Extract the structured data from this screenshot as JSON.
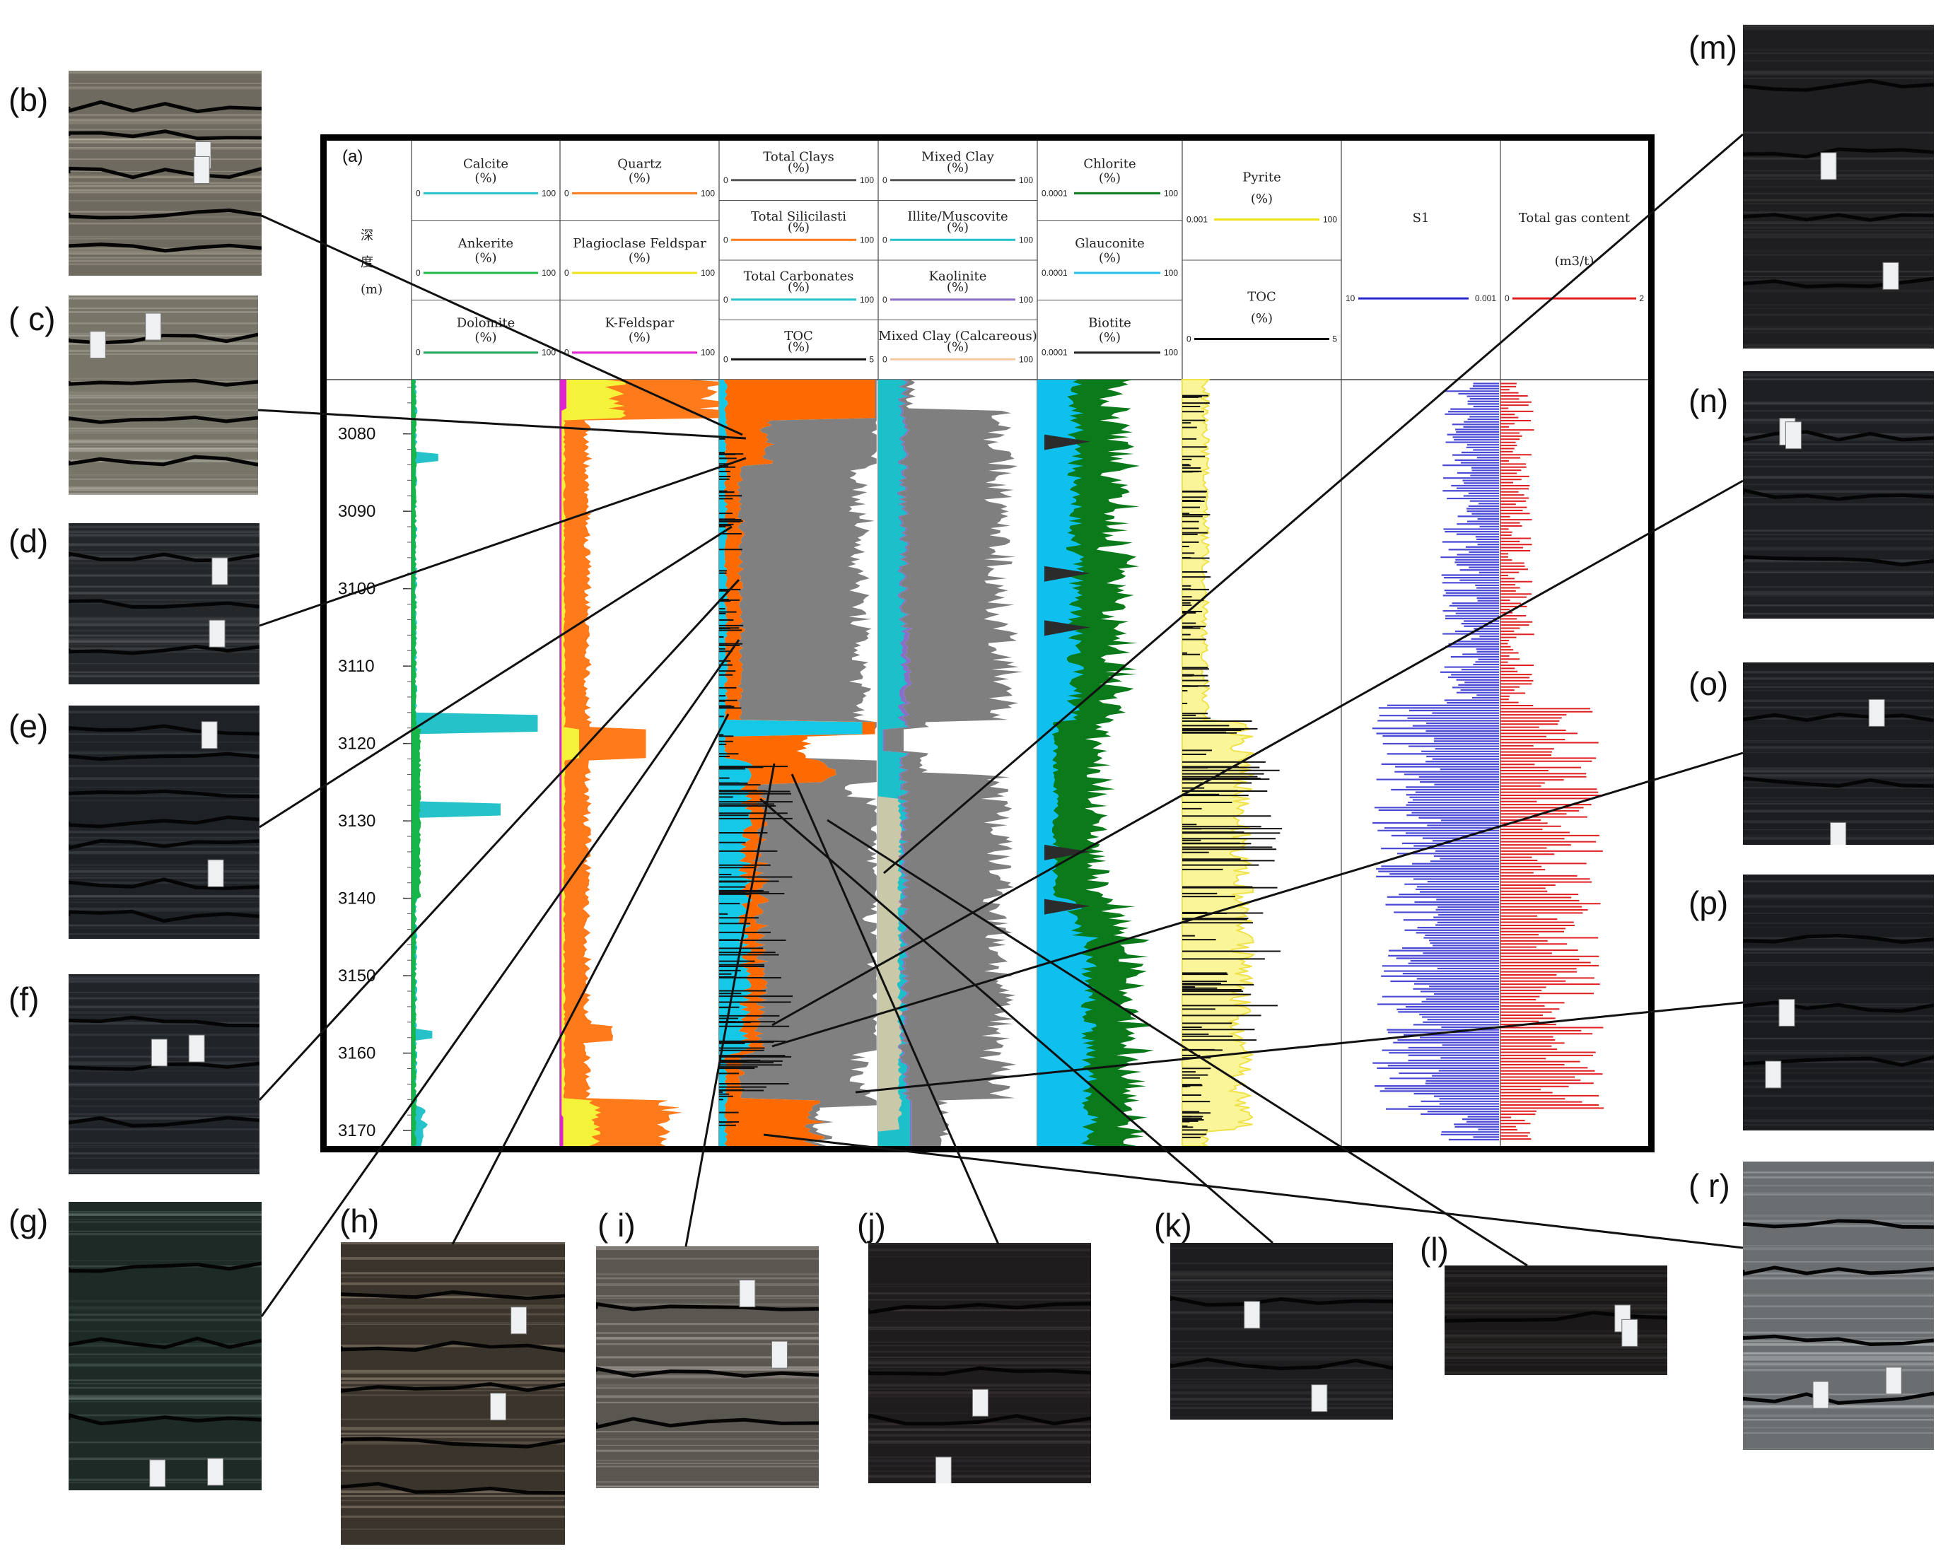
{
  "figure_label": "(a)",
  "depth_header": [
    "深",
    "度",
    "(m)"
  ],
  "depth_ticks": [
    "3080",
    "3090",
    "3100",
    "3110",
    "3120",
    "3130",
    "3140",
    "3150",
    "3160",
    "3170"
  ],
  "tracks": [
    {
      "headers": [
        {
          "name": "Calcite",
          "unit": "(%)",
          "min": "0",
          "max": "100",
          "color": "#26c2c9"
        },
        {
          "name": "Ankerite",
          "unit": "(%)",
          "min": "0",
          "max": "100",
          "color": "#1fb84a"
        },
        {
          "name": "Dolomite",
          "unit": "(%)",
          "min": "0",
          "max": "100",
          "color": "#22a55a"
        }
      ]
    },
    {
      "headers": [
        {
          "name": "Quartz",
          "unit": "(%)",
          "min": "0",
          "max": "100",
          "color": "#ff7a1a"
        },
        {
          "name": "Plagioclase Feldspar",
          "unit": "(%)",
          "min": "0",
          "max": "100",
          "color": "#f2e21a"
        },
        {
          "name": "K-Feldspar",
          "unit": "(%)",
          "min": "0",
          "max": "100",
          "color": "#e022d0"
        }
      ]
    },
    {
      "headers": [
        {
          "name": "Total Clays",
          "unit": "(%)",
          "min": "0",
          "max": "100",
          "color": "#555555"
        },
        {
          "name": "Total Silicilasti",
          "unit": "(%)",
          "min": "0",
          "max": "100",
          "color": "#ff7a1a"
        },
        {
          "name": "Total Carbonates",
          "unit": "(%)",
          "min": "0",
          "max": "100",
          "color": "#26c2c9"
        },
        {
          "name": "TOC",
          "unit": "(%)",
          "min": "0",
          "max": "5",
          "color": "#111111"
        }
      ]
    },
    {
      "headers": [
        {
          "name": "Mixed Clay",
          "unit": "(%)",
          "min": "0",
          "max": "100",
          "color": "#555555"
        },
        {
          "name": "Illite/Muscovite",
          "unit": "(%)",
          "min": "0",
          "max": "100",
          "color": "#26c2c9"
        },
        {
          "name": "Kaolinite",
          "unit": "(%)",
          "min": "0",
          "max": "100",
          "color": "#8a6fc9"
        },
        {
          "name": "Mixed Clay (Calcareous)",
          "unit": "(%)",
          "min": "0",
          "max": "100",
          "color": "#f5c9a0"
        }
      ]
    },
    {
      "headers": [
        {
          "name": "Chlorite",
          "unit": "(%)",
          "min": "0.0001",
          "max": "100",
          "color": "#0a7a1a"
        },
        {
          "name": "Glauconite",
          "unit": "(%)",
          "min": "0.0001",
          "max": "100",
          "color": "#22c0e8"
        },
        {
          "name": "Biotite",
          "unit": "(%)",
          "min": "0.0001",
          "max": "100",
          "color": "#222222"
        }
      ]
    },
    {
      "headers": [
        {
          "name": "Pyrite",
          "unit": "(%)",
          "min": "0.001",
          "max": "100",
          "color": "#f2e21a"
        },
        {
          "name": "TOC",
          "unit": "(%)",
          "min": "0",
          "max": "5",
          "color": "#111111"
        }
      ]
    },
    {
      "headers": [
        {
          "name": "S1",
          "unit": "",
          "min": "10",
          "max": "0.001",
          "color": "#2a2ad0"
        }
      ]
    },
    {
      "headers": [
        {
          "name": "Total gas content",
          "unit": "(m3/t)",
          "min": "0",
          "max": "2",
          "color": "#e02020"
        }
      ]
    }
  ],
  "panels": [
    "(b)",
    "( c)",
    "(d)",
    "(e)",
    "(f)",
    "(g)",
    "(h)",
    "( i)",
    "(j)",
    "(k)",
    "(l)",
    "(m)",
    "(n)",
    "(o)",
    "(p)",
    "( r)"
  ],
  "colors": {
    "calcite": "#26c2c9",
    "quartz": "#ff7a1a",
    "plagioclase": "#f5f23a",
    "kfeldspar": "#e022d0",
    "clays": "#808080",
    "silici": "#ff6a00",
    "carbonates": "#14c8e8",
    "toc": "#111111",
    "mixedclay": "#7f7f7f",
    "illite": "#1cc0c8",
    "chlorite": "#0a7a1a",
    "glauconite": "#0fc0ef",
    "biotite": "#2b2b2b",
    "pyrite": "#fbf59a",
    "s1": "#2a2ad0",
    "gas": "#e02020"
  }
}
